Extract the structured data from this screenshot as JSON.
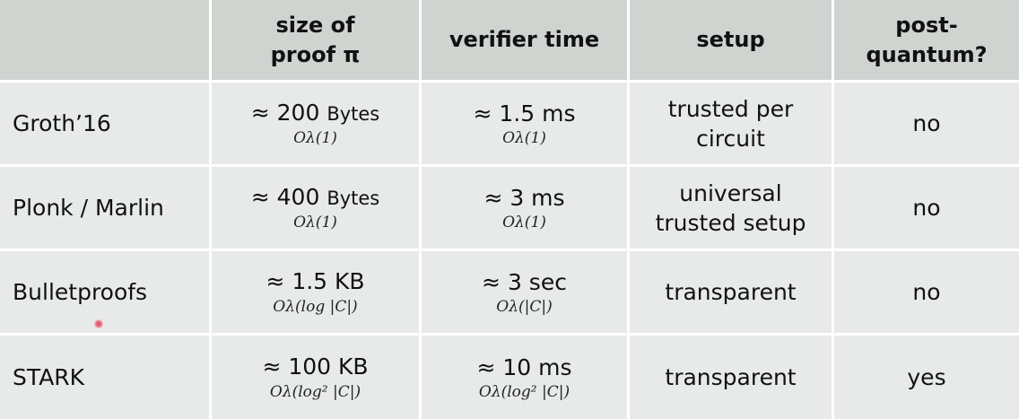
{
  "header": {
    "col0": "",
    "col1": "size of\nproof π",
    "col2": "verifier time",
    "col3": "setup",
    "col4": "post-\nquantum?"
  },
  "rows": [
    {
      "name": "Groth’16",
      "proof_size": "≈ 200 ",
      "proof_unit": "Bytes",
      "proof_asym": "Oλ(1)",
      "verifier_time": "≈ 1.5 ms",
      "verifier_asym": "Oλ(1)",
      "setup": "trusted per\ncircuit",
      "post_quantum": "no"
    },
    {
      "name": "Plonk / Marlin",
      "proof_size": "≈ 400 ",
      "proof_unit": "Bytes",
      "proof_asym": "Oλ(1)",
      "verifier_time": "≈ 3 ms",
      "verifier_asym": "Oλ(1)",
      "setup": "universal\ntrusted setup",
      "post_quantum": "no"
    },
    {
      "name": "Bulletproofs",
      "proof_size": "≈ 1.5 KB",
      "proof_unit": "",
      "proof_asym": "Oλ(log |C|)",
      "verifier_time": "≈ 3 sec",
      "verifier_asym": "Oλ(|C|)",
      "setup": "transparent",
      "post_quantum": "no"
    },
    {
      "name": "STARK",
      "proof_size": "≈ 100 KB",
      "proof_unit": "",
      "proof_asym": "Oλ(log² |C|)",
      "verifier_time": "≈ 10 ms",
      "verifier_asym": "Oλ(log² |C|)",
      "setup": "transparent",
      "post_quantum": "yes"
    }
  ],
  "colors": {
    "header_bg": "#cfd4d1",
    "row_bg": "#e8eae9",
    "divider": "#ffffff",
    "pointer": "#e0405a"
  }
}
